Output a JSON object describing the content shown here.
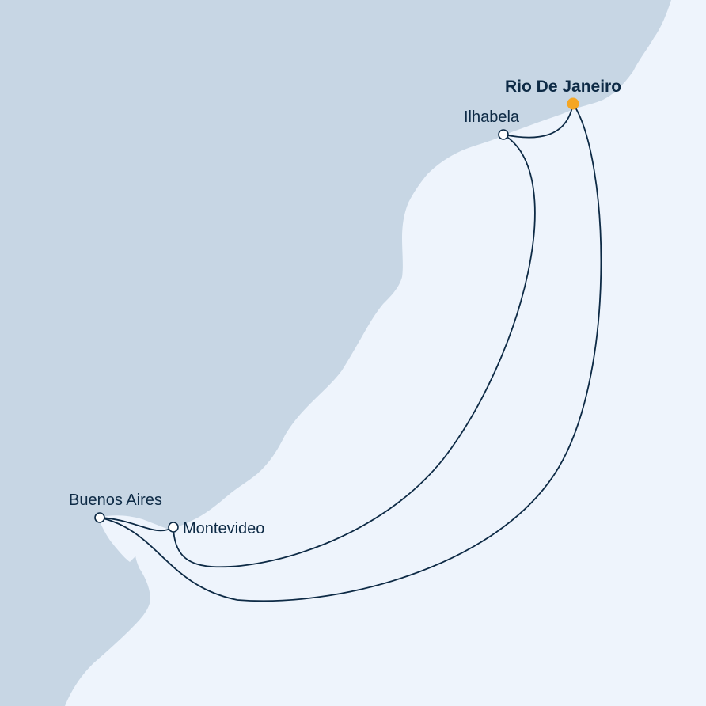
{
  "map": {
    "colors": {
      "sea": "#eef4fc",
      "land": "#c7d6e4",
      "route": "#0d2a45",
      "home_port_marker": "#f5a623",
      "port_marker_fill": "#ffffff",
      "label": "#0d2a45"
    },
    "home_port": {
      "name": "Rio De Janeiro"
    },
    "ports": [
      {
        "name": "Ilhabela"
      },
      {
        "name": "Montevideo"
      },
      {
        "name": "Buenos Aires"
      }
    ]
  }
}
